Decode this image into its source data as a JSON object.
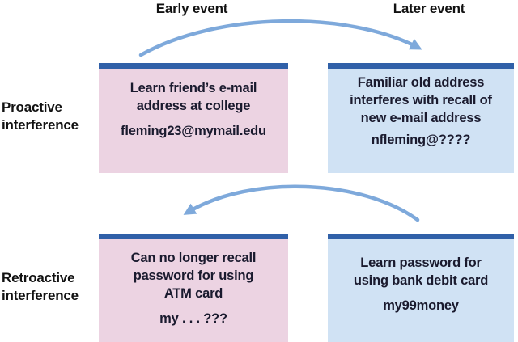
{
  "colors": {
    "bar_blue": "#3060a8",
    "pink_fill": "#ecd3e2",
    "blue_fill": "#d0e2f4",
    "arrow_blue": "#7ea9db",
    "text_dark": "#1a1a2e",
    "label_dark": "#121212"
  },
  "icons": {
    "top_arrow": "curved-arrow-right",
    "bottom_arrow": "curved-arrow-left"
  },
  "column_headers": {
    "early": "Early event",
    "later": "Later event"
  },
  "row_labels": {
    "proactive": "Proactive\ninterference",
    "retroactive": "Retroactive\ninterference"
  },
  "boxes": {
    "top_left": {
      "text": "Learn friend’s e-mail\naddress at college",
      "example": "fleming23@mymail.edu"
    },
    "top_right": {
      "text": "Familiar old address\ninterferes with recall of\nnew e-mail address",
      "example": "nfleming@????"
    },
    "bottom_left": {
      "text": "Can no longer recall\npassword for using\nATM card",
      "example": "my . . . ???"
    },
    "bottom_right": {
      "text": "Learn password for\nusing bank debit card",
      "example": "my99money"
    }
  }
}
